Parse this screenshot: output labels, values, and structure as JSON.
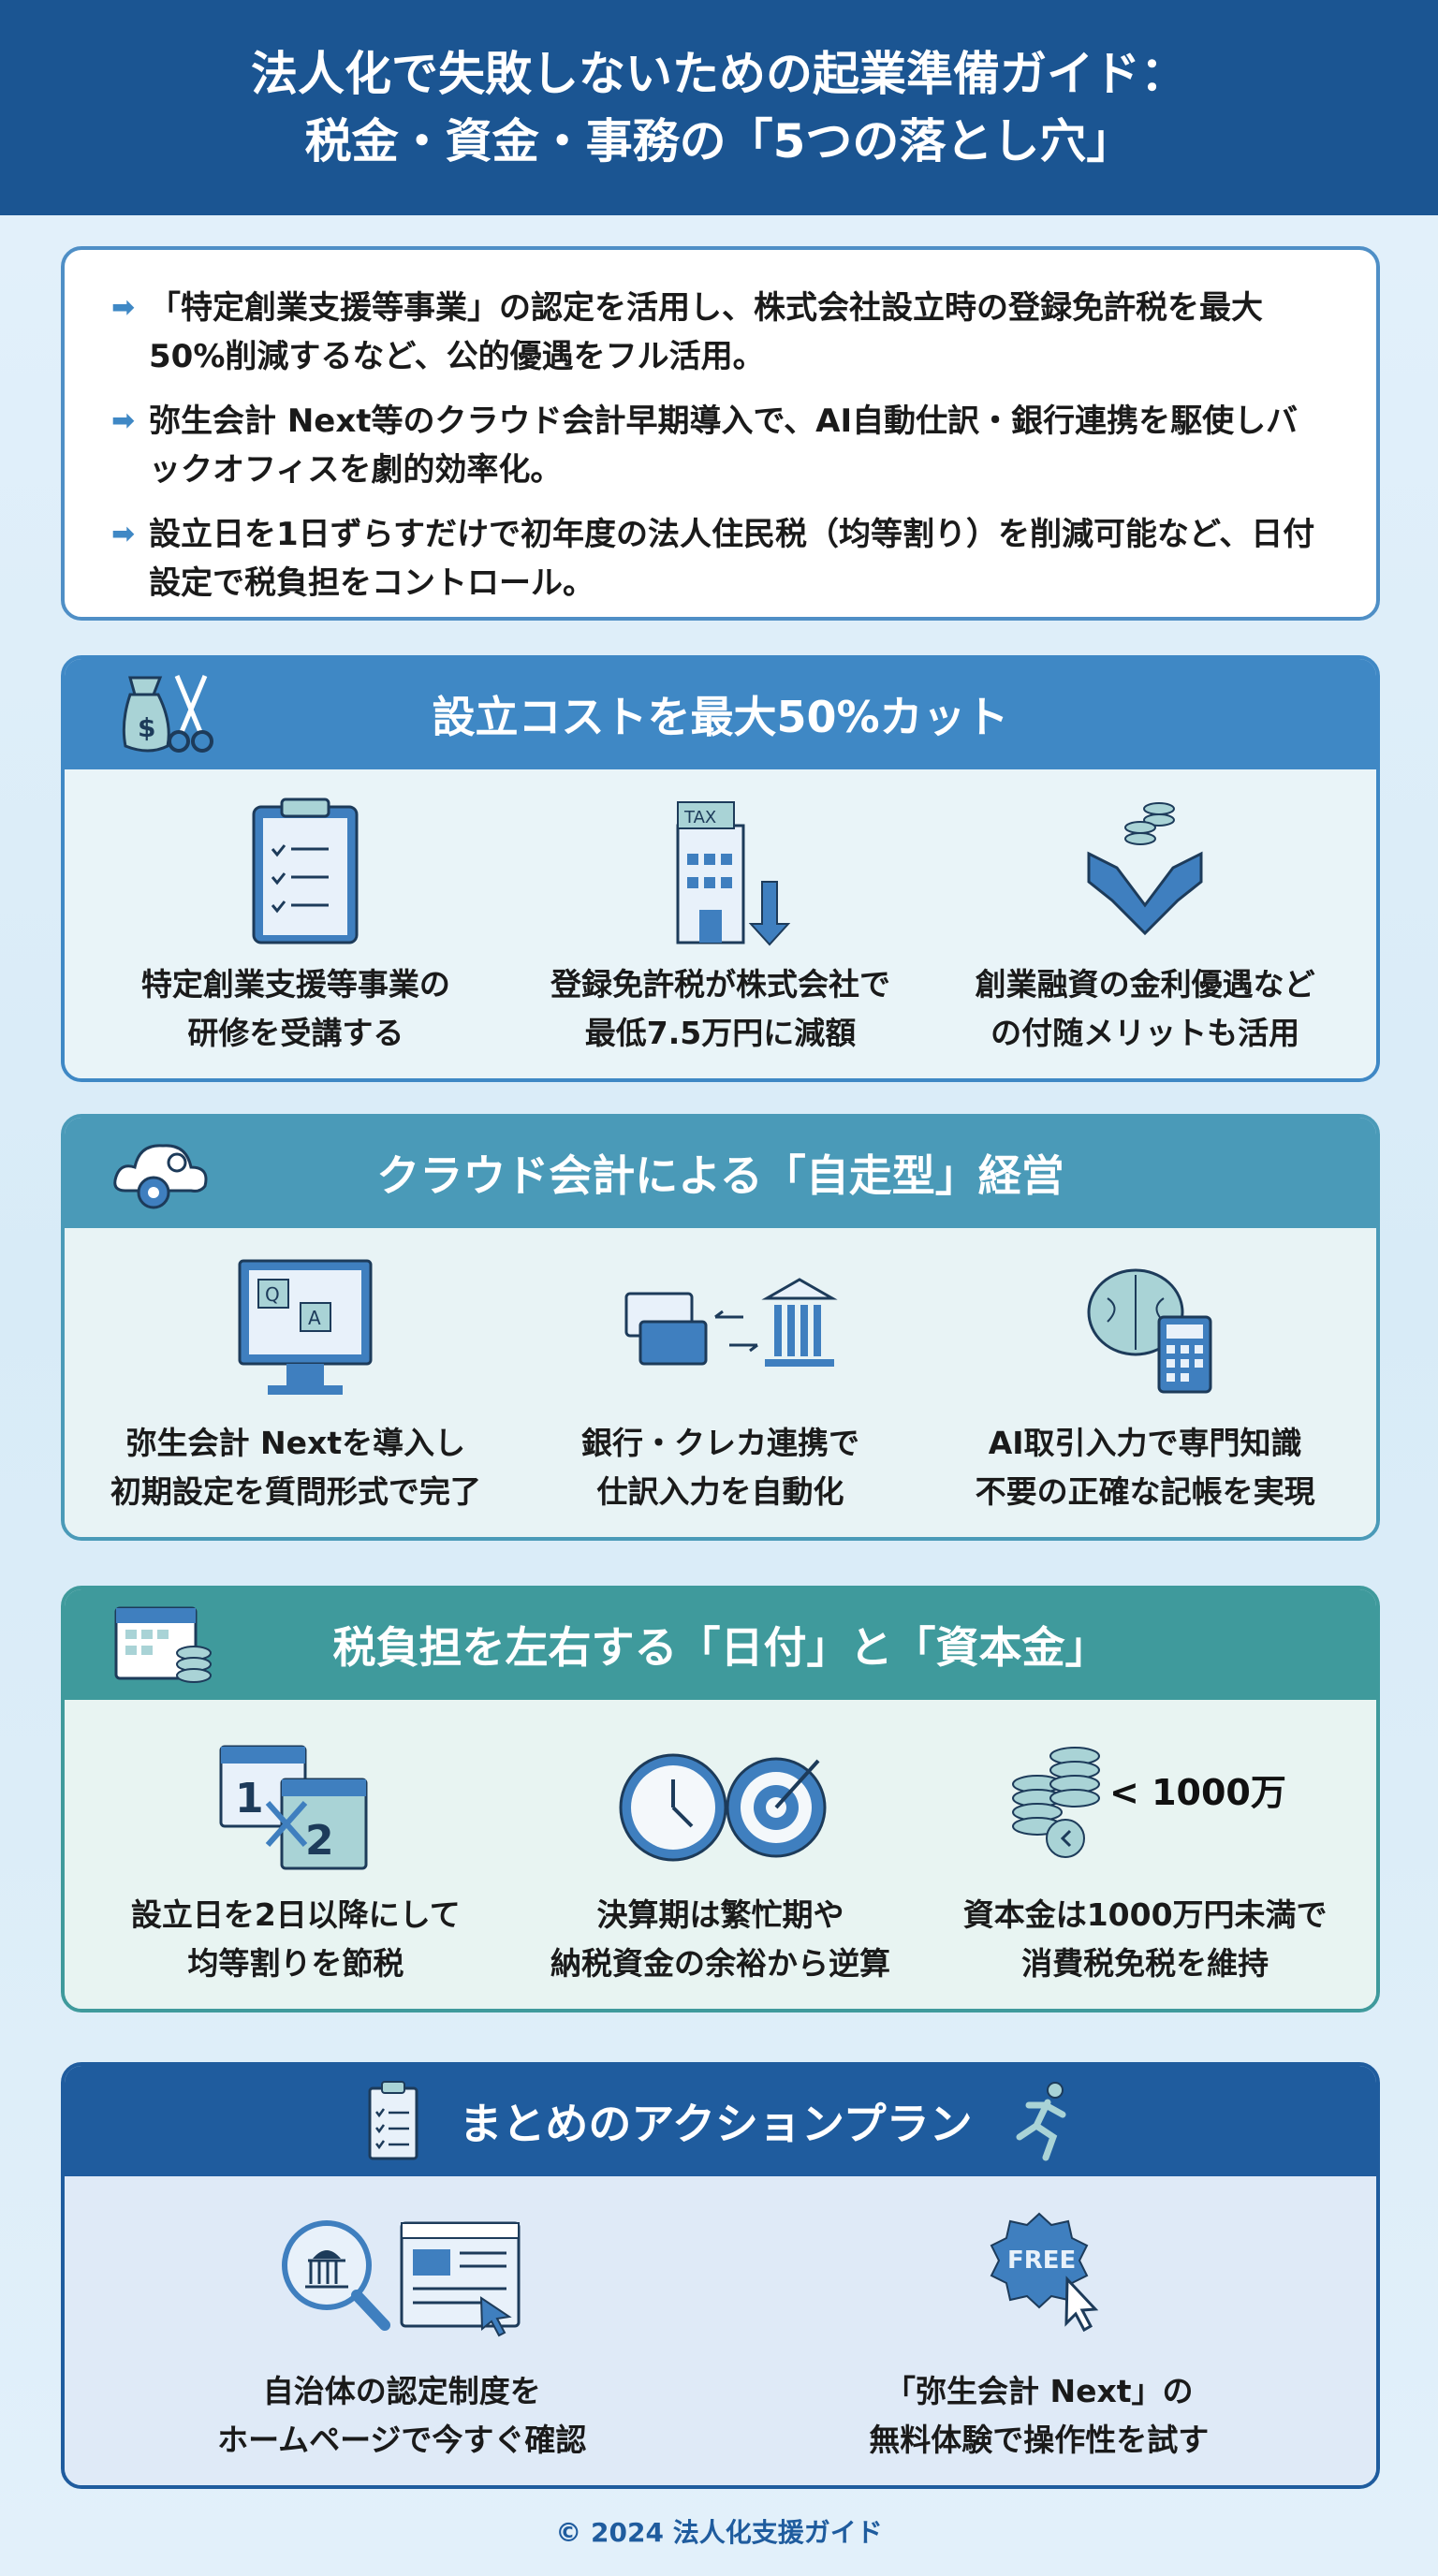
{
  "header": {
    "title_line1": "法人化で失敗しないための起業準備ガイド：",
    "title_line2": "税金・資金・事務の「5つの落とし穴」"
  },
  "summary": {
    "bullets": [
      "「特定創業支援等事業」の認定を活用し、株式会社設立時の登録免許税を最大50%削減するなど、公的優遇をフル活用。",
      "弥生会計 Next等のクラウド会計早期導入で、AI自動仕訳・銀行連携を駆使しバックオフィスを劇的効率化。",
      "設立日を1日ずらすだけで初年度の法人住民税（均等割り）を削減可能など、日付設定で税負担をコントロール。"
    ]
  },
  "sections": [
    {
      "title": "設立コストを最大50%カット",
      "icon": "money-bag-scissors-icon",
      "items": [
        {
          "line1": "特定創業支援等事業の",
          "line2": "研修を受講する",
          "icon": "clipboard-checklist-icon"
        },
        {
          "line1": "登録免許税が株式会社で",
          "line2": "最低7.5万円に減額",
          "icon": "tax-building-icon",
          "tax_label": "TAX"
        },
        {
          "line1": "創業融資の金利優遇など",
          "line2": "の付随メリットも活用",
          "icon": "handshake-coins-icon"
        }
      ]
    },
    {
      "title": "クラウド会計による「自走型」経営",
      "icon": "cloud-gear-icon",
      "items": [
        {
          "line1": "弥生会計 Nextを導入し",
          "line2": "初期設定を質問形式で完了",
          "icon": "monitor-qa-icon",
          "q": "Q",
          "a": "A"
        },
        {
          "line1": "銀行・クレカ連携で",
          "line2": "仕訳入力を自動化",
          "icon": "card-bank-sync-icon"
        },
        {
          "line1": "AI取引入力で専門知識",
          "line2": "不要の正確な記帳を実現",
          "icon": "brain-calculator-icon"
        }
      ]
    },
    {
      "title": "税負担を左右する「日付」と「資本金」",
      "icon": "calendar-coins-icon",
      "items": [
        {
          "line1": "設立日を2日以降にして",
          "line2": "均等割りを節税",
          "icon": "calendar-1-2-icon",
          "d1": "1",
          "d2": "2"
        },
        {
          "line1": "決算期は繁忙期や",
          "line2": "納税資金の余裕から逆算",
          "icon": "clock-target-icon"
        },
        {
          "line1": "資本金は1000万円未満で",
          "line2": "消費税免税を維持",
          "icon": "coins-less-than-icon",
          "label": "< 1000万円"
        }
      ]
    },
    {
      "title": "まとめのアクションプラン",
      "icon": "checklist-runner-icon",
      "items": [
        {
          "line1": "自治体の認定制度を",
          "line2": "ホームページで今すぐ確認",
          "icon": "search-government-web-icon"
        },
        {
          "line1": "「弥生会計 Next」の",
          "line2": "無料体験で操作性を試す",
          "icon": "free-badge-cursor-icon",
          "badge": "FREE"
        }
      ]
    }
  ],
  "footer": "© 2024 法人化支援ガイド",
  "colors": {
    "header": "#1b5592",
    "section1": "#3f88c5",
    "section2": "#4a9ab8",
    "section3": "#3f9a9c",
    "section4": "#1f5c9e"
  }
}
